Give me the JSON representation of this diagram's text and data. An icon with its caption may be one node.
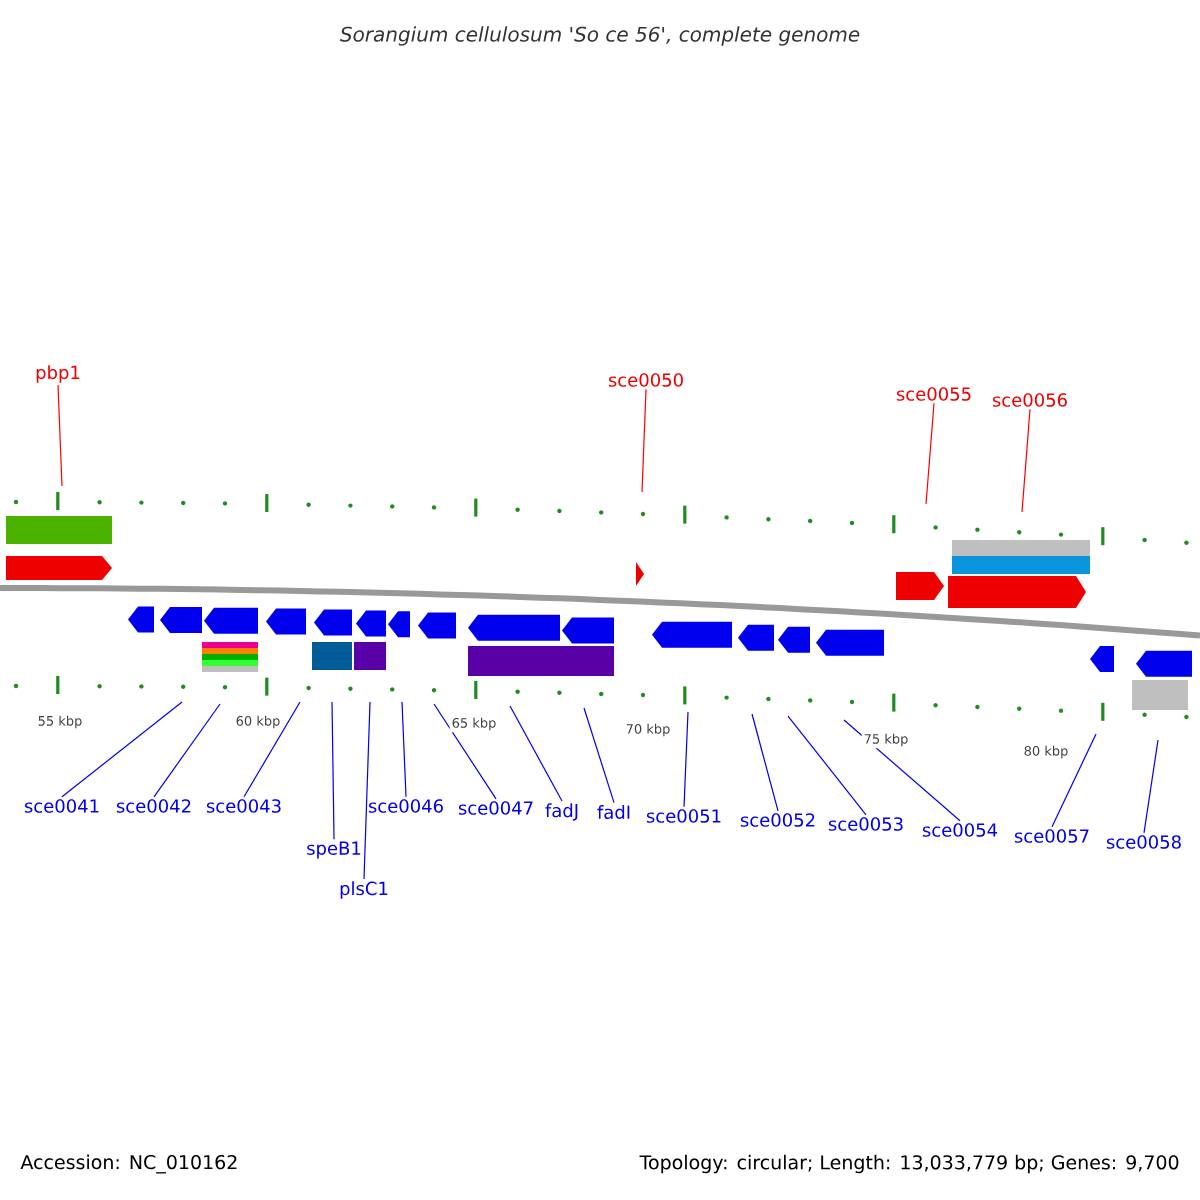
{
  "diagram": {
    "title": "*Sorangium cellulosum 'So ce 56', complete genome*",
    "nodes": [
      {
        "text": [
          "pbp1"
        ]
      },
      {
        "text": [
          "sce0050"
        ]
      },
      {
        "text": [
          "sce0055"
        ]
      },
      {
        "text": [
          "sce0056"
        ]
      },
      {
        "text": [
          "sce0041"
        ]
      },
      {
        "text": [
          "sce0042"
        ]
      },
      {
        "text": [
          "sce0043"
        ]
      },
      {
        "text": [
          "speB1"
        ]
      },
      {
        "text": [
          "plsC1"
        ]
      },
      {
        "text": [
          "sce0046"
        ]
      },
      {
        "text": [
          "sce0047"
        ]
      },
      {
        "text": [
          "fadJ"
        ]
      },
      {
        "text": [
          "fadI"
        ]
      },
      {
        "text": [
          "sce0051"
        ]
      },
      {
        "text": [
          "sce0052"
        ]
      },
      {
        "text": [
          "sce0053"
        ]
      },
      {
        "text": [
          "sce0054"
        ]
      },
      {
        "text": [
          "sce0057"
        ]
      },
      {
        "text": [
          "sce0058"
        ]
      }
    ],
    "edges": [
      {
        "from": 0,
        "to": null,
        "arrow": "none",
        "color": "#ff0000"
      },
      {
        "from": 1,
        "to": null,
        "arrow": "none",
        "color": "#ff0000"
      },
      {
        "from": 2,
        "to": null,
        "arrow": "none",
        "color": "#ff0000"
      },
      {
        "from": 3,
        "to": null,
        "arrow": "none",
        "color": "#ff0000"
      },
      {
        "from": 4,
        "to": null,
        "arrow": "none"
      },
      {
        "from": 5,
        "to": null,
        "arrow": "none"
      },
      {
        "from": 6,
        "to": null,
        "arrow": "none"
      },
      {
        "from": 7,
        "to": null,
        "arrow": "none"
      },
      {
        "from": 8,
        "to": null,
        "arrow": "none"
      },
      {
        "from": 9,
        "to": null,
        "arrow": "none"
      },
      {
        "from": 10,
        "to": null,
        "arrow": "none"
      },
      {
        "from": 11,
        "to": null,
        "arrow": "none"
      },
      {
        "from": 12,
        "to": null,
        "arrow": "none"
      },
      {
        "from": 13,
        "to": null,
        "arrow": "none"
      },
      {
        "from": 14,
        "to": null,
        "arrow": "none"
      },
      {
        "from": 15,
        "to": null,
        "arrow": "none"
      },
      {
        "from": 16,
        "to": null,
        "arrow": "none"
      },
      {
        "from": 17,
        "to": null,
        "arrow": "none"
      },
      {
        "from": 18,
        "to": null,
        "arrow": "none"
      }
    ],
    "labels": [
      "55 kbp",
      "60 kbp",
      "65 kbp",
      "70 kbp",
      "75 kbp",
      "80 kbp",
      "Accession: NC_010162",
      "Topology: circular; Length: 13,033,779 bp; Genes: 9,700"
    ]
  }
}
